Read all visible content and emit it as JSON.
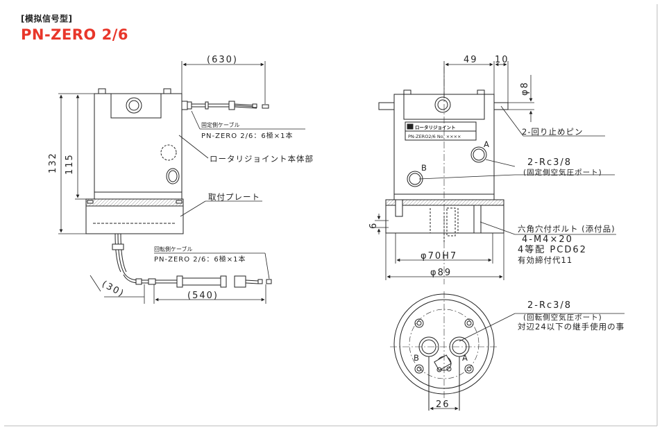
{
  "header": {
    "category": "[模拟信号型]",
    "title": "PN-ZERO 2/6"
  },
  "left_view": {
    "dim_cable_len": "(630)",
    "dim_height_total": "132",
    "dim_height_body": "115",
    "fixed_cable_title": "固定側ケーブル",
    "fixed_cable_spec": "PN-ZERO 2/6：6極×1本",
    "body_label": "ロータリジョイント本体部",
    "plate_label": "取付プレート",
    "rotary_cable_title": "回転側ケーブル",
    "rotary_cable_spec": "PN-ZERO 2/6：6極×1本",
    "dim_30": "(30)",
    "dim_540": "(540)"
  },
  "right_view": {
    "dim_49": "49",
    "dim_10": "10",
    "dim_phi8": "φ8",
    "stop_pin": "2-回り止めピン",
    "nameplate_brand": "ロータリジョイント",
    "nameplate_model": "PN-ZERO2/6 No. ××××",
    "port_a": "A",
    "port_b": "B",
    "fixed_ports_title": "2-Rc3/8",
    "fixed_ports_desc": "(固定側空気圧ポート)",
    "dim_6": "6",
    "bolt_title": "六角穴付ボルト (添付品)",
    "bolt_spec": "4-M4×20",
    "bolt_pcd": "4等配 PCD62",
    "bolt_length": "有効締付代11",
    "dim_phi70": "φ70H7",
    "dim_phi89": "φ89"
  },
  "bottom_view": {
    "rot_ports_title": "2-Rc3/8",
    "rot_ports_desc": "(回転側空気圧ポート)",
    "fitting_note": "対辺24以下の継手使用の事",
    "port_a": "A",
    "port_b": "B",
    "dim_26": "26"
  }
}
